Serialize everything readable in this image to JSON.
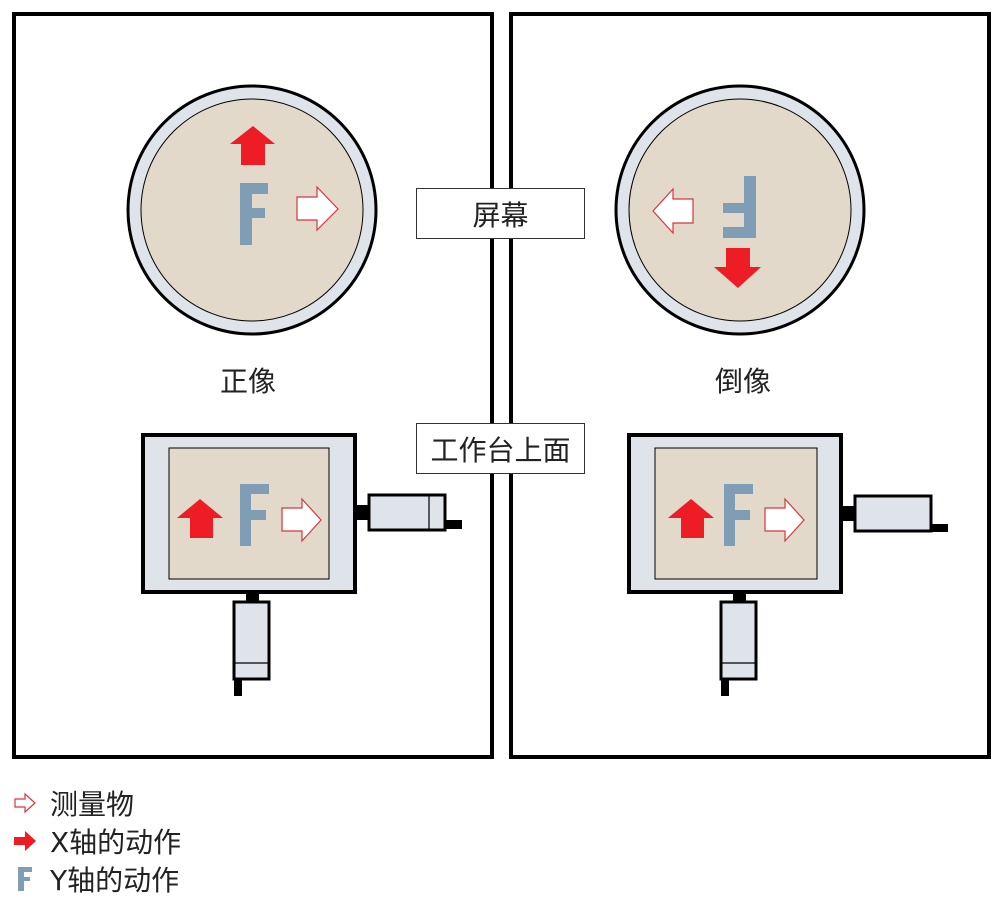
{
  "labels": {
    "screen": "屏幕",
    "stage_top": "工作台上面"
  },
  "panels": [
    {
      "caption": "正像",
      "image_type": "upright",
      "glyph": "F"
    },
    {
      "caption": "倒像",
      "image_type": "inverted",
      "glyph": "F"
    }
  ],
  "legend": [
    {
      "icon": "outline-arrow-icon",
      "text": "测量物"
    },
    {
      "icon": "red-arrow-icon",
      "text": "X轴的动作"
    },
    {
      "icon": "f-glyph-icon",
      "text": "Y轴的动作"
    }
  ],
  "colors": {
    "red": "#ee1c24",
    "glyph_blue": "#7f9db5",
    "beige": "#e2d9cb",
    "light_gray": "#dfe3ea",
    "outline_red": "#d9343c"
  }
}
